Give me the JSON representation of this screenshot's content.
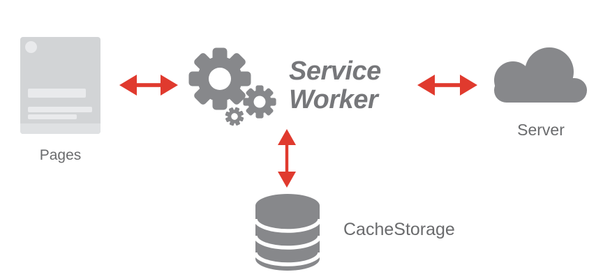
{
  "diagram": {
    "background": "#ffffff",
    "colors": {
      "background": "#ffffff",
      "icon_gray": "#87888b",
      "card_gray": "#d2d4d6",
      "card_detail": "#e9eaec",
      "card_footer": "#dfe1e3",
      "label_gray": "#6a6b6d",
      "title_gray": "#76777a",
      "arrow_red": "#e03a2e"
    },
    "title": {
      "line1": "Service",
      "line2": "Worker"
    },
    "nodes": {
      "pages": {
        "label": "Pages",
        "icon": "page-icon"
      },
      "service_worker": {
        "icon": "gears-icon"
      },
      "server": {
        "label": "Server",
        "icon": "cloud-icon"
      },
      "cache_storage": {
        "label": "CacheStorage",
        "icon": "database-icon"
      }
    },
    "connections": [
      {
        "from": "pages",
        "to": "service_worker",
        "style": "double-headed-arrow",
        "orientation": "horizontal"
      },
      {
        "from": "service_worker",
        "to": "server",
        "style": "double-headed-arrow",
        "orientation": "horizontal"
      },
      {
        "from": "service_worker",
        "to": "cache_storage",
        "style": "double-headed-arrow",
        "orientation": "vertical"
      }
    ]
  }
}
